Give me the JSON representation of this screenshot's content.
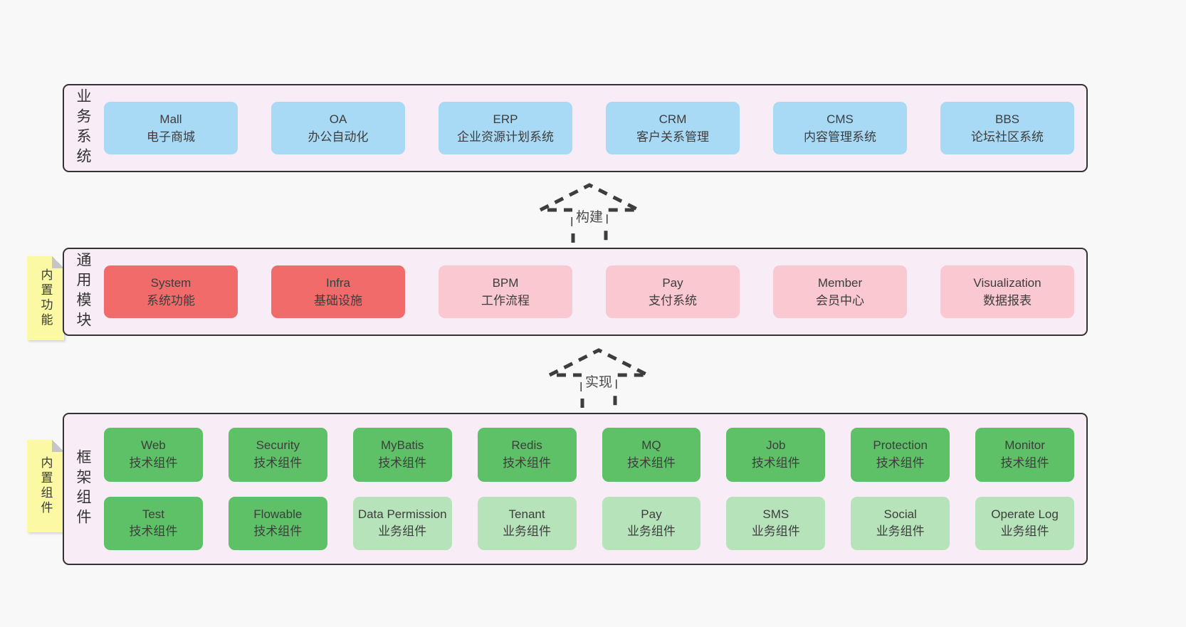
{
  "colors": {
    "page_bg": "#f8f8f8",
    "panel_bg": "#f8edf6",
    "panel_border": "#333333",
    "blue": "#a8d9f5",
    "red": "#f16b6b",
    "pink": "#f9c8d1",
    "green_dark": "#5ec168",
    "green_light": "#b7e3ba",
    "yellow_tab": "#fbf9a3",
    "text": "#3d3d3d"
  },
  "sections": {
    "business": {
      "label": "业务系统",
      "boxes": [
        {
          "title": "Mall",
          "subtitle": "电子商城",
          "color": "blue"
        },
        {
          "title": "OA",
          "subtitle": "办公自动化",
          "color": "blue"
        },
        {
          "title": "ERP",
          "subtitle": "企业资源计划系统",
          "color": "blue"
        },
        {
          "title": "CRM",
          "subtitle": "客户关系管理",
          "color": "blue"
        },
        {
          "title": "CMS",
          "subtitle": "内容管理系统",
          "color": "blue"
        },
        {
          "title": "BBS",
          "subtitle": "论坛社区系统",
          "color": "blue"
        }
      ]
    },
    "modules": {
      "label": "通用模块",
      "tab": "内置功能",
      "boxes": [
        {
          "title": "System",
          "subtitle": "系统功能",
          "color": "red"
        },
        {
          "title": "Infra",
          "subtitle": "基础设施",
          "color": "red"
        },
        {
          "title": "BPM",
          "subtitle": "工作流程",
          "color": "pink"
        },
        {
          "title": "Pay",
          "subtitle": "支付系统",
          "color": "pink"
        },
        {
          "title": "Member",
          "subtitle": "会员中心",
          "color": "pink"
        },
        {
          "title": "Visualization",
          "subtitle": "数据报表",
          "color": "pink"
        }
      ]
    },
    "components": {
      "label": "框架组件",
      "tab": "内置组件",
      "row1": [
        {
          "title": "Web",
          "subtitle": "技术组件",
          "color": "green_dark"
        },
        {
          "title": "Security",
          "subtitle": "技术组件",
          "color": "green_dark"
        },
        {
          "title": "MyBatis",
          "subtitle": "技术组件",
          "color": "green_dark"
        },
        {
          "title": "Redis",
          "subtitle": "技术组件",
          "color": "green_dark"
        },
        {
          "title": "MQ",
          "subtitle": "技术组件",
          "color": "green_dark"
        },
        {
          "title": "Job",
          "subtitle": "技术组件",
          "color": "green_dark"
        },
        {
          "title": "Protection",
          "subtitle": "技术组件",
          "color": "green_dark"
        },
        {
          "title": "Monitor",
          "subtitle": "技术组件",
          "color": "green_dark"
        }
      ],
      "row2": [
        {
          "title": "Test",
          "subtitle": "技术组件",
          "color": "green_dark"
        },
        {
          "title": "Flowable",
          "subtitle": "技术组件",
          "color": "green_dark"
        },
        {
          "title": "Data Permission",
          "subtitle": "业务组件",
          "color": "green_light"
        },
        {
          "title": "Tenant",
          "subtitle": "业务组件",
          "color": "green_light"
        },
        {
          "title": "Pay",
          "subtitle": "业务组件",
          "color": "green_light"
        },
        {
          "title": "SMS",
          "subtitle": "业务组件",
          "color": "green_light"
        },
        {
          "title": "Social",
          "subtitle": "业务组件",
          "color": "green_light"
        },
        {
          "title": "Operate Log",
          "subtitle": "业务组件",
          "color": "green_light"
        }
      ]
    }
  },
  "arrows": [
    {
      "label": "构建"
    },
    {
      "label": "实现"
    }
  ]
}
